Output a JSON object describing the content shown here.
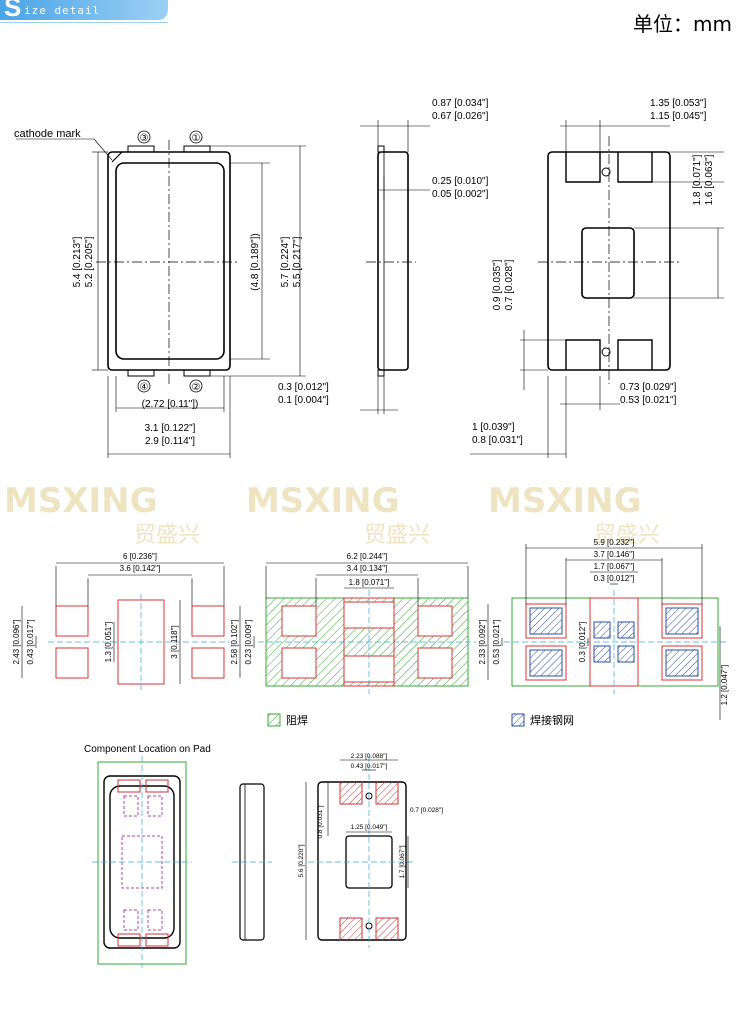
{
  "header": {
    "badge_letter": "S",
    "badge_text": "ize detail",
    "unit_label": "单位：mm"
  },
  "pin_labels": [
    "③",
    "①",
    "④",
    "②"
  ],
  "cathode_mark": "cathode mark",
  "top_dims": {
    "height_outer": [
      "5.4 [0.213\"]",
      "5.2 [0.205\"]"
    ],
    "lens_height": "(4.8 [0.189\"])",
    "height_full": [
      "5.7 [0.224\"]",
      "5.5 [0.217\"]"
    ],
    "lens_width": "(2.72 [0.11\"])",
    "width": [
      "3.1 [0.122\"]",
      "2.9 [0.114\"]"
    ]
  },
  "side_dims": {
    "thickness": [
      "0.87 [0.034\"]",
      "0.67 [0.026\"]"
    ],
    "standoff": [
      "0.25 [0.010\"]",
      "0.05 [0.002\"]"
    ],
    "lead": [
      "0.3 [0.012\"]",
      "0.1 [0.004\"]"
    ]
  },
  "bottom_dims": {
    "pad_width": [
      "1.35 [0.053\"]",
      "1.15 [0.045\"]"
    ],
    "pad_height": [
      "1.8 [0.071\"]",
      "1.6 [0.063\"]"
    ],
    "center_pad": [
      "0.9 [0.035\"]",
      "0.7 [0.028\"]"
    ],
    "lead_gap": [
      "0.73 [0.029\"]",
      "0.53 [0.021\"]"
    ],
    "pitch": [
      "1 [0.039\"]",
      "0.8 [0.031\"]"
    ]
  },
  "watermark": {
    "brand": "MSXING",
    "cn": "贸盛兴"
  },
  "land1": {
    "w_total": "6 [0.236\"]",
    "w_inner": "3.6 [0.142\"]",
    "h_pads": "2.43 [0.096\"]",
    "h_pad": "0.43 [0.017\"]",
    "h_center": "1.3 [0.051\"]",
    "h_full": "3 [0.118\"]"
  },
  "land2": {
    "w_total": "6.2 [0.244\"]",
    "w_inner": "3.4 [0.134\"]",
    "w_gap": "1.8 [0.071\"]",
    "h_pads": "2.58 [0.102\"]",
    "h_pad": "0.23 [0.009\"]"
  },
  "land3": {
    "w_total": "5.9 [0.232\"]",
    "w_inner": "3.7 [0.146\"]",
    "w_mid": "1.7 [0.067\"]",
    "w_gap": "0.3 [0.012\"]",
    "h_pads": "2.33 [0.092\"]",
    "h_pad": "0.53 [0.021\"]",
    "h_gap": "0.3 [0.012\"]",
    "h_side": "1.2 [0.047\"]"
  },
  "legend": {
    "solder_mask": "阻焊",
    "stencil": "焊接钢网"
  },
  "component_location": "Component Location on Pad",
  "bottom_view2": {
    "w_pad": "2.23 [0.088\"]",
    "w_gap": "0.43 [0.017\"]",
    "h_pad": "0.7 [0.028\"]",
    "h_pitch": "0.8 [0.031\"]",
    "w_center": "1.25 [0.049\"]",
    "h_total": "5.6 [0.220\"]",
    "h_center": "1.7 [0.067\"]"
  }
}
